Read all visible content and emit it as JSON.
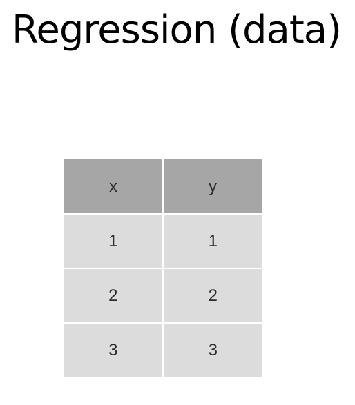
{
  "slide": {
    "title": "Regression (data)"
  },
  "table": {
    "headers": [
      "x",
      "y"
    ],
    "rows": [
      [
        "1",
        "1"
      ],
      [
        "2",
        "2"
      ],
      [
        "3",
        "3"
      ]
    ]
  },
  "colors": {
    "header_background": "#a6a6a6",
    "cell_background": "#dcdcdc",
    "text": "#2b2b2b"
  }
}
